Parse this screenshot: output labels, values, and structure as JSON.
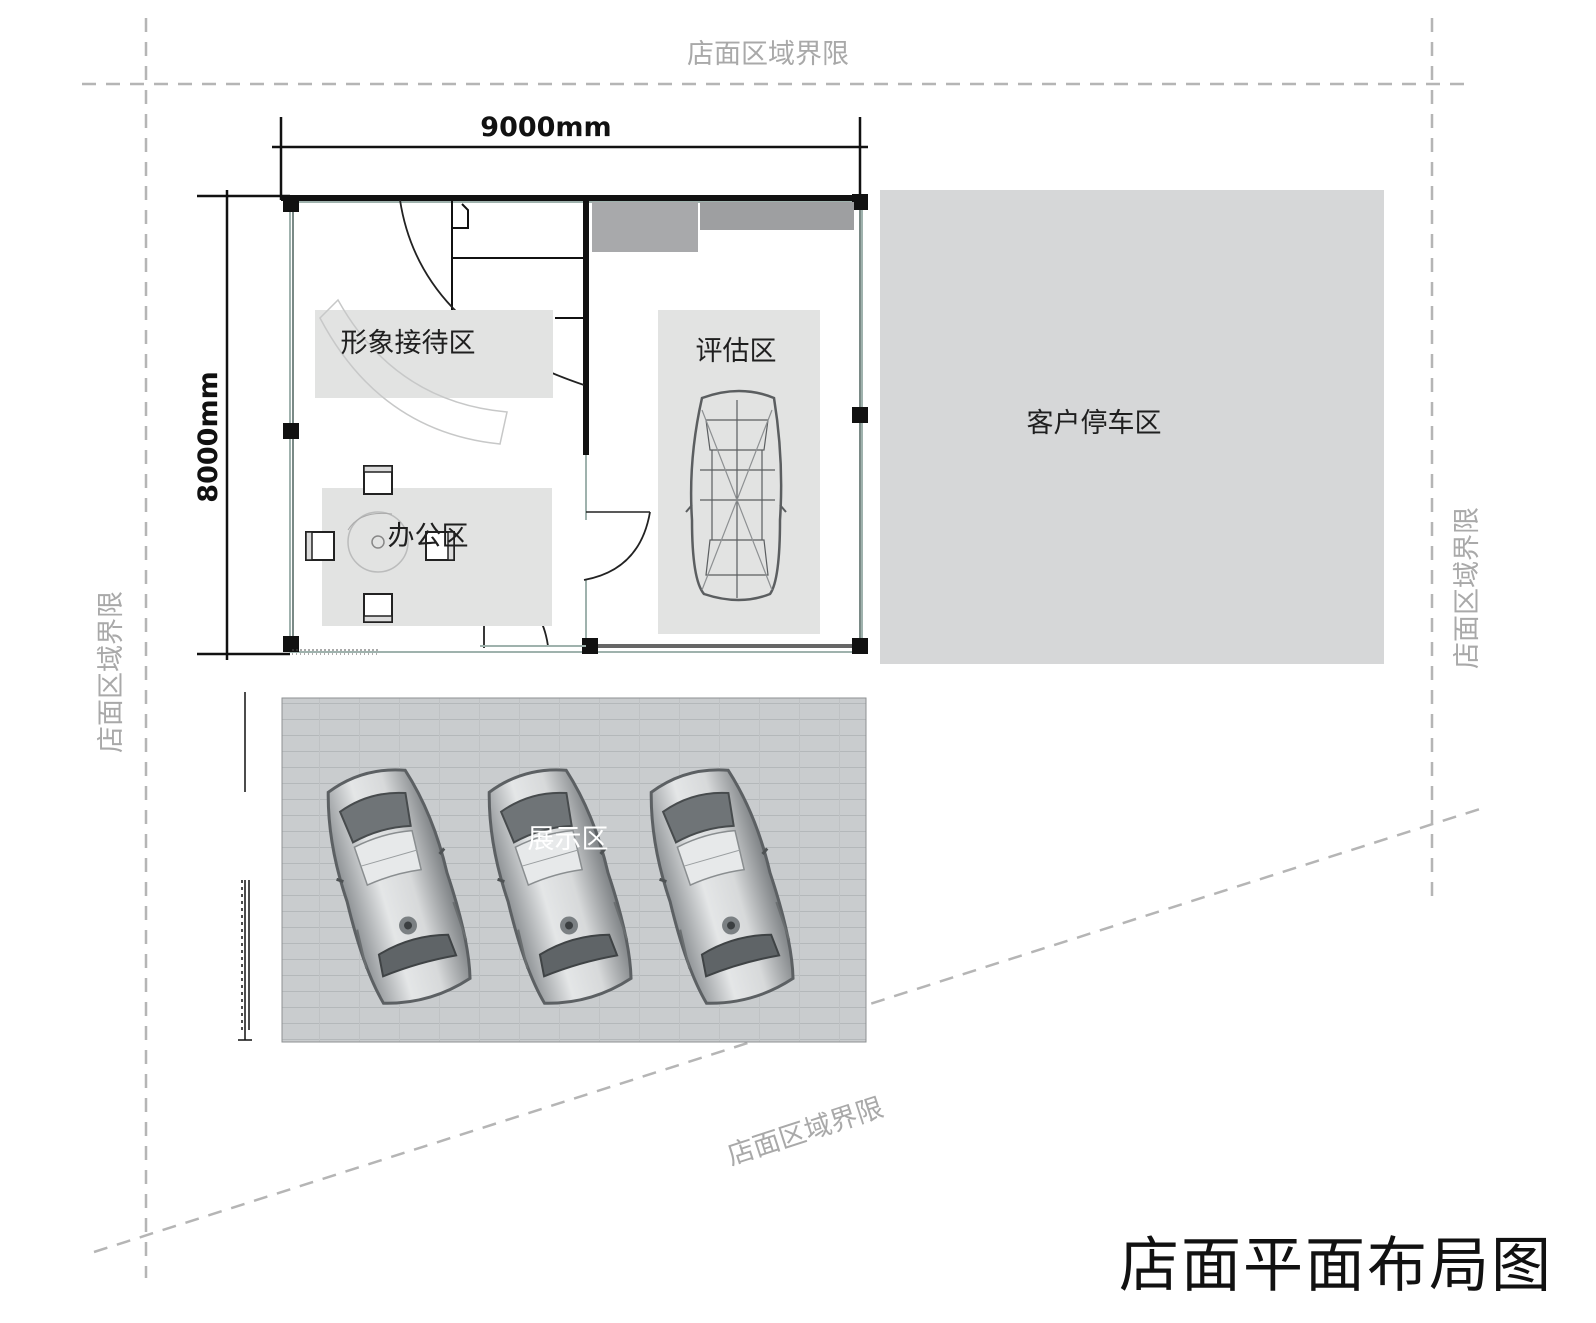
{
  "boundary": {
    "top_label": "店面区域界限",
    "left_label": "店面区域界限",
    "right_label": "店面区域界限",
    "bottom_label": "店面区域界限"
  },
  "dimensions": {
    "width_label": "9000mm",
    "height_label": "8000mm"
  },
  "zones": {
    "reception": "形象接待区",
    "office": "办公区",
    "evaluation": "评估区",
    "parking": "客户停车区",
    "showroom": "展示区"
  },
  "title": "店面平面布局图",
  "colors": {
    "zone_fill": "#e2e3e2",
    "parking_fill": "#d6d7d8",
    "wall": "#111111",
    "boundary_line": "#b5b5b5",
    "showroom_floor": "#c9ccce"
  },
  "icons": {
    "car": "car-top-view-icon",
    "desk": "office-desk-icon",
    "chair": "chair-icon"
  }
}
